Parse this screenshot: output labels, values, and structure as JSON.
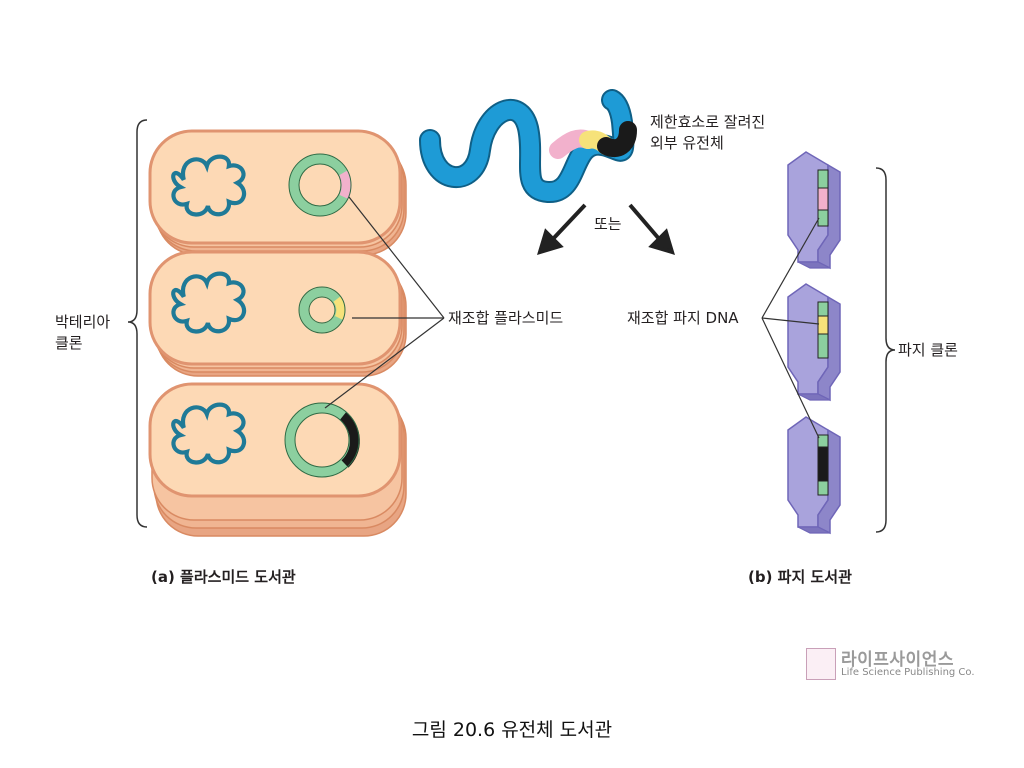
{
  "labels": {
    "foreign_dna": [
      "제한효소로 잘려진",
      "외부 유전체"
    ],
    "or": "또는",
    "bacterial_clone": [
      "박테리아",
      "클론"
    ],
    "recombinant_plasmid": "재조합 플라스미드",
    "recombinant_phage_dna": "재조합 파지 DNA",
    "phage_clone": "파지 클론"
  },
  "captions": {
    "a": "(a) 플라스미드 도서관",
    "b": "(b) 파지 도서관"
  },
  "figure_caption": "그림 20.6  유전체 도서관",
  "publisher": {
    "brand": "라이프사이언스",
    "name": "Life Science Publishing Co."
  },
  "colors": {
    "cell_fill": "#fdd9b5",
    "cell_wall": "#e8a583",
    "chromosome": "#1f7a97",
    "plasmid": "#8ccf9f",
    "insert_pink": "#f2b1cc",
    "insert_yellow": "#f6e27a",
    "insert_black": "#1a1a1a",
    "dna_blue": "#1e9bd6",
    "phage": "#a9a3dc"
  }
}
